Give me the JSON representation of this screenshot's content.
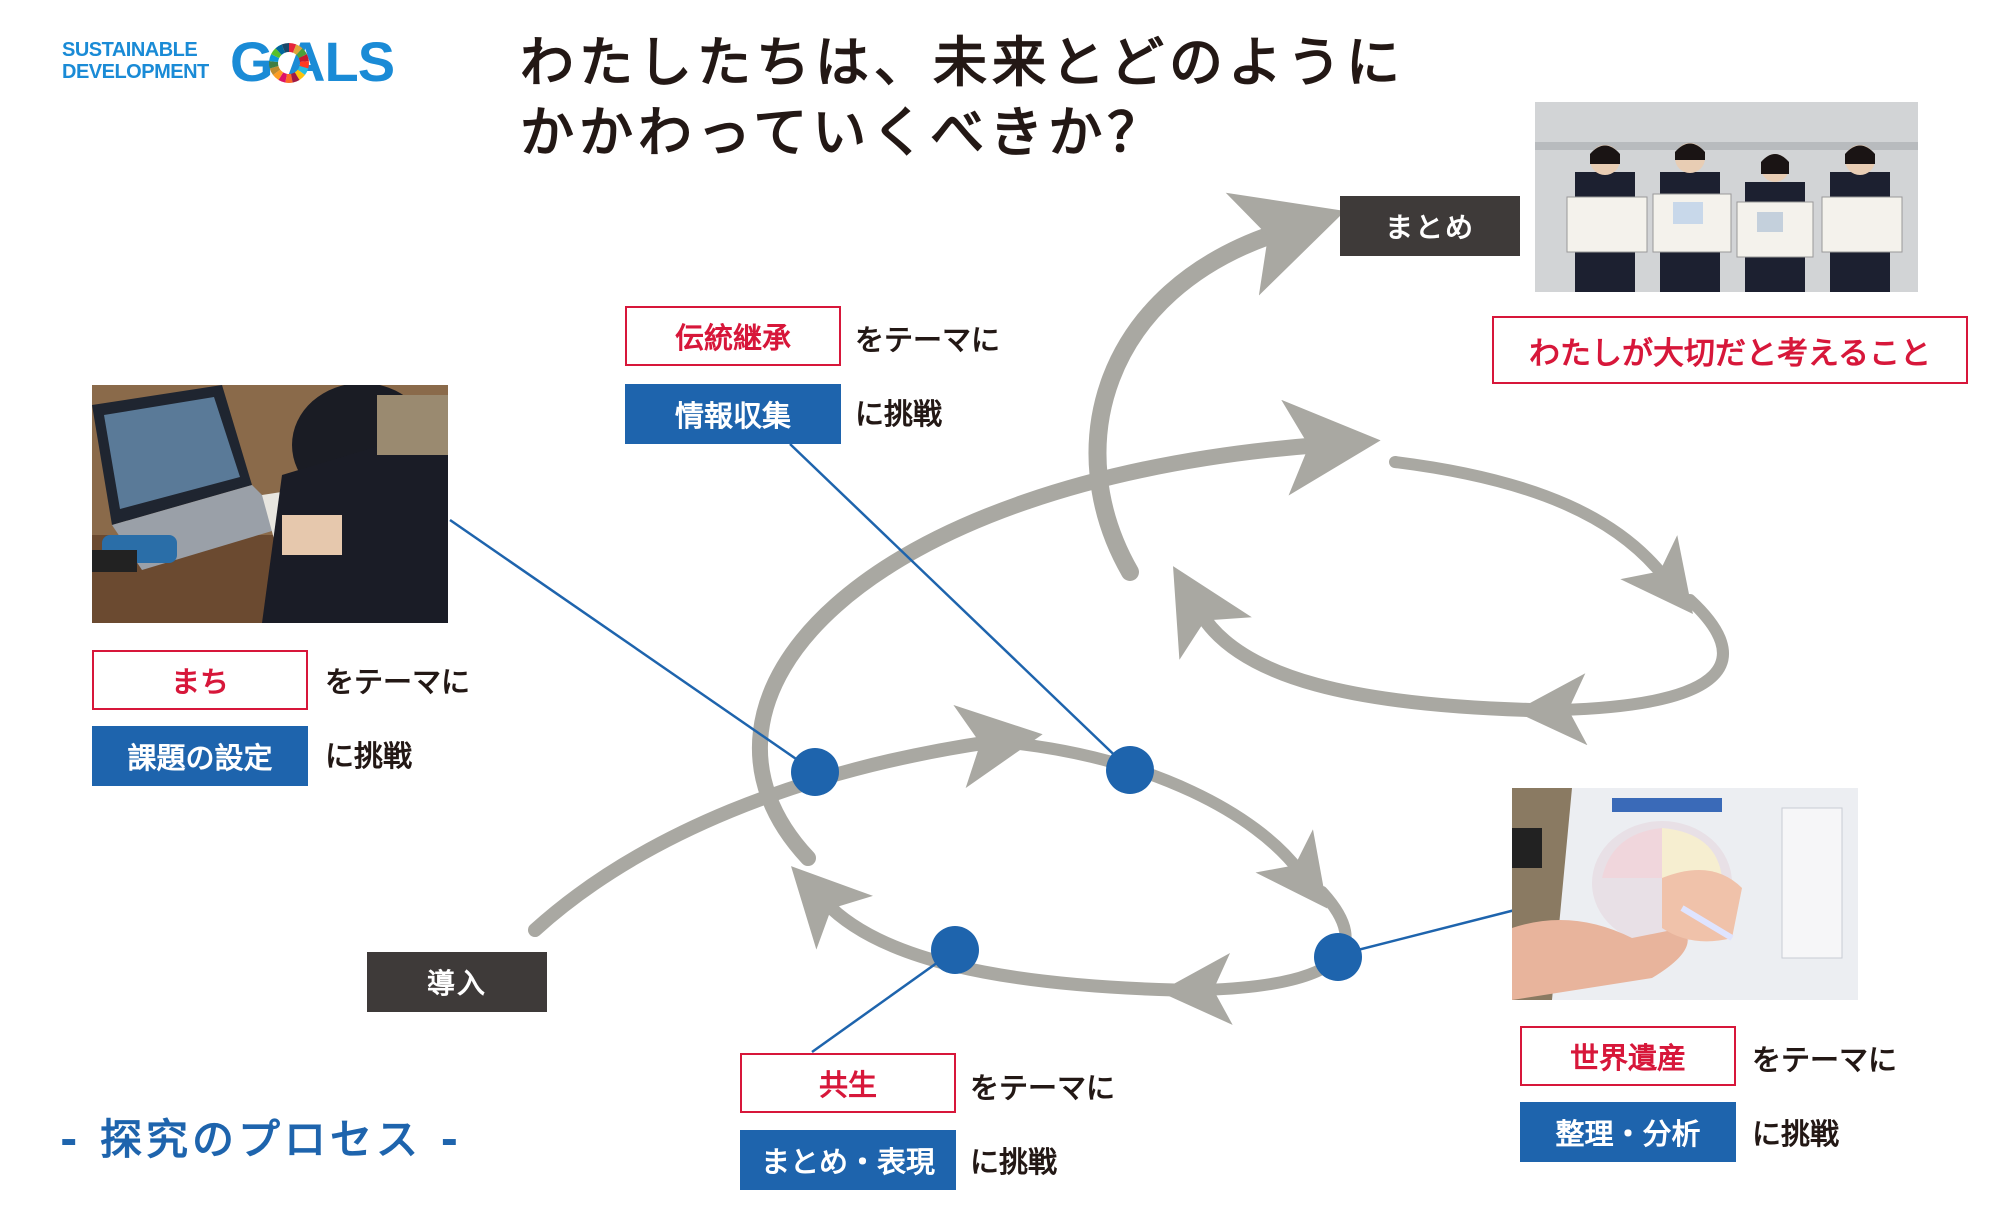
{
  "logo": {
    "line1": "SUSTAINABLE",
    "line2": "DEVELOPMENT",
    "goals": "G  ALS",
    "wheel_colors": [
      "#e5243b",
      "#dda63a",
      "#4c9f38",
      "#c5192d",
      "#ff3a21",
      "#26bde2",
      "#fcc30b",
      "#a21942",
      "#fd6925",
      "#dd1367",
      "#fd9d24",
      "#bf8b2e",
      "#3f7e44",
      "#0a97d9",
      "#56c02b",
      "#00689d",
      "#19486a"
    ],
    "brand_color": "#1a8bd6"
  },
  "title": {
    "line1": "わたしたちは、未来とどのように",
    "line2": "かかわっていくべきか？"
  },
  "stages": {
    "intro": "導入",
    "summary": "まとめ"
  },
  "themes": [
    {
      "theme": "まち",
      "theme_suffix": "をテーマに",
      "challenge": "課題の設定",
      "challenge_suffix": "に挑戦"
    },
    {
      "theme": "伝統継承",
      "theme_suffix": "をテーマに",
      "challenge": "情報収集",
      "challenge_suffix": "に挑戦"
    },
    {
      "theme": "共生",
      "theme_suffix": "をテーマに",
      "challenge": "まとめ・表現",
      "challenge_suffix": "に挑戦"
    },
    {
      "theme": "世界遺産",
      "theme_suffix": "をテーマに",
      "challenge": "整理・分析",
      "challenge_suffix": "に挑戦"
    }
  ],
  "conclusion": "わたしが大切だと考えること",
  "process_label": "- 探究のプロセス -",
  "colors": {
    "red": "#d7173a",
    "blue": "#1e64ad",
    "dark": "#3e3a39",
    "arrow_gray": "#a9a8a2"
  }
}
